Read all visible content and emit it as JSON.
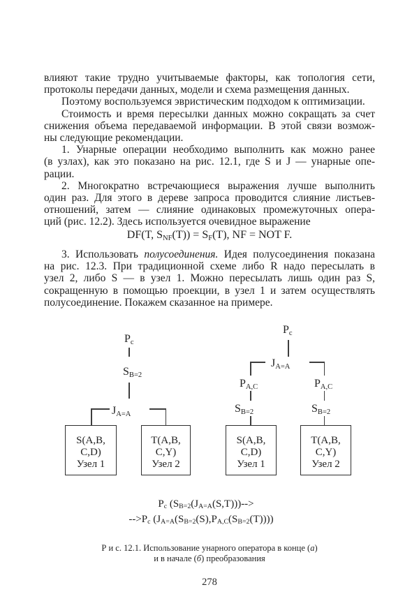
{
  "text": {
    "para1_lines": [
      "влияют такие трудно учитываемые факторы, как топология сети,",
      "протоколы передачи данных, модели и схема размещения данных."
    ],
    "para2_lines": [
      "Поэтому воспользуемся эвристическим подходом к оптимизации."
    ],
    "para3_lines": [
      "Стоимость и время пересылки данных можно сокращать за счет",
      "снижения объема передаваемой информации. В этой связи возмож-",
      "ны следующие рекомендации."
    ],
    "para4_lines": [
      "1. Унарные операции необходимо выполнить как можно ранее",
      "(в узлах), как это показано на рис. 12.1, где S и J — унарные опе-",
      "рации."
    ],
    "para5_lines": [
      "2. Многократно встречающиеся выражения лучше выполнить",
      "один раз. Для этого в дереве запроса проводится слияние листьев-",
      "отношений, затем — слияние одинаковых промежуточных опера-",
      "ций (рис. 12.2). Здесь используется очевидное выражение"
    ],
    "formula_df": [
      {
        "t": "DF(T, S"
      },
      {
        "t": "NF",
        "s": "sub"
      },
      {
        "t": "(T)) = S"
      },
      {
        "t": "F",
        "s": "sub"
      },
      {
        "t": "(T), NF = NOT F."
      }
    ],
    "para6_lines": [
      [
        {
          "t": "3. Использовать "
        },
        {
          "t": "полусоединения.",
          "s": "i"
        },
        {
          "t": " Идея полусоединения показана"
        }
      ],
      "на рис. 12.3. При традиционной схеме либо R надо пересылать в",
      "узел 2, либо S — в узел 1. Можно пересылать лишь один раз S,",
      "сокращенную в помощью проекции, в узел 1 и затем осуществлять",
      "полусоединение. Покажем сказанное на примере."
    ]
  },
  "diagram": {
    "labels": {
      "p_c": [
        {
          "t": "P"
        },
        {
          "t": "c",
          "s": "sub"
        }
      ],
      "s_b2": [
        {
          "t": "S"
        },
        {
          "t": "B=2",
          "s": "sub"
        }
      ],
      "j_aa": [
        {
          "t": "J"
        },
        {
          "t": "A=A",
          "s": "sub"
        }
      ],
      "p_ac": [
        {
          "t": "P"
        },
        {
          "t": "A,C",
          "s": "sub"
        }
      ]
    },
    "boxes": {
      "s_node": {
        "line1": "S(A,B,",
        "line2": "C,D)",
        "line3": "Узел 1"
      },
      "t_node": {
        "line1": "T(A,B,",
        "line2": "C,Y)",
        "line3": "Узел 2"
      }
    }
  },
  "transform": {
    "line1": [
      {
        "t": "P"
      },
      {
        "t": "c",
        "s": "sub"
      },
      {
        "t": " (S"
      },
      {
        "t": "B=2",
        "s": "sub"
      },
      {
        "t": "(J"
      },
      {
        "t": "A=A",
        "s": "sub"
      },
      {
        "t": "(S,T)))-->"
      }
    ],
    "line2": [
      {
        "t": "-->P"
      },
      {
        "t": "c",
        "s": "sub"
      },
      {
        "t": " (J"
      },
      {
        "t": "A=A",
        "s": "sub"
      },
      {
        "t": "(S"
      },
      {
        "t": "B=2",
        "s": "sub"
      },
      {
        "t": "(S),P"
      },
      {
        "t": "A,C",
        "s": "sub"
      },
      {
        "t": "(S"
      },
      {
        "t": "B=2",
        "s": "sub"
      },
      {
        "t": "(T))))"
      }
    ]
  },
  "caption": {
    "line1": [
      {
        "t": "Р и с. 12.1. Использование унарного оператора в конце ("
      },
      {
        "t": "а",
        "s": "i"
      },
      {
        "t": ")"
      }
    ],
    "line2": [
      {
        "t": "и в начале ("
      },
      {
        "t": "б",
        "s": "i"
      },
      {
        "t": ") преобразования"
      }
    ]
  },
  "page_number": "278"
}
